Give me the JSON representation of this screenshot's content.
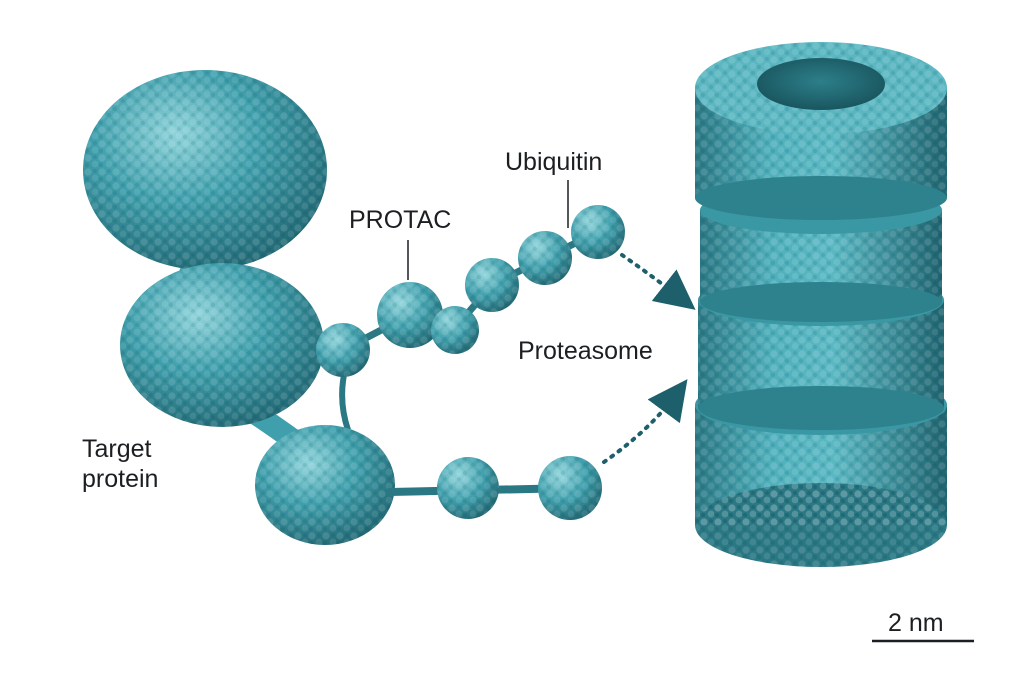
{
  "labels": {
    "target_protein_line1": "Target",
    "target_protein_line2": "protein",
    "protac": "PROTAC",
    "ubiquitin": "Ubiquitin",
    "proteasome": "Proteasome",
    "scale_bar": "2 nm"
  },
  "colors": {
    "protein": "#3f9fac",
    "protein_light": "#7fcbd3",
    "protein_dark": "#1f6470",
    "arrow": "#1e5f6c",
    "text": "#1c1f22",
    "background": "#ffffff"
  }
}
